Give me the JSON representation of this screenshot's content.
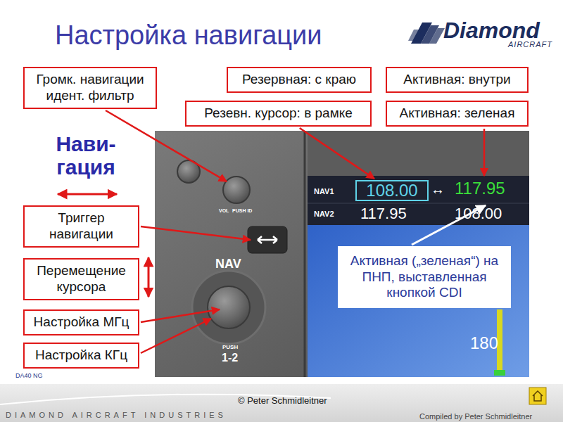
{
  "diagram": {
    "title": "Настройка навигации",
    "nodes": [
      {
        "text": [
          "Громк. навигации идент. фильтр"
        ]
      },
      {
        "text": [
          "Резервная: с краю"
        ]
      },
      {
        "text": [
          "Активная: внутри"
        ]
      },
      {
        "text": [
          "Резевн. курсор: в рамке"
        ]
      },
      {
        "text": [
          "Активная: зеленая"
        ]
      },
      {
        "text": [
          "Триггер навигации"
        ]
      },
      {
        "text": [
          "108.00"
        ]
      },
      {
        "text": [
          "Перемещение курсора"
        ]
      },
      {
        "text": [
          "Активная („зеленая“) на ПНП, выставленная кнопкой CDI"
        ]
      },
      {
        "text": [
          "Настройка МГц"
        ]
      },
      {
        "text": [
          "Настройка КГц"
        ]
      }
    ],
    "edges": [
      {
        "from": 3,
        "to": 6,
        "arrow": "to"
      }
    ],
    "labels": [
      "Нави- гация",
      "Diamond",
      "AIRCRAFT",
      "NAV1",
      "↔",
      "117.95",
      "NAV2",
      "117.95",
      "108.00",
      "VOL",
      "PUSH ID",
      "NAV",
      "PUSH",
      "1-2",
      "180",
      "DA40 NG",
      "© Peter Schmidleitner",
      "DIAMOND AIRCRAFT INDUSTRIES",
      "Compiled by Peter Schmidleitner"
    ]
  }
}
